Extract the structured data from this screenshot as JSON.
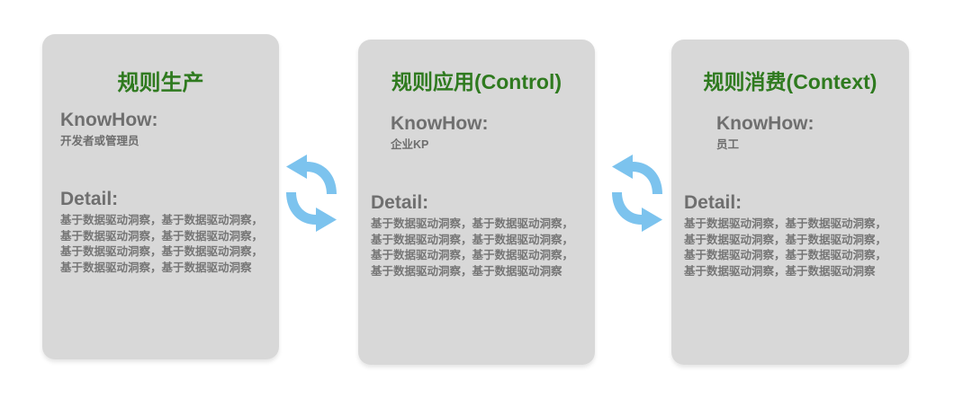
{
  "page": {
    "background_color": "#ffffff",
    "card_background_color": "#d8d8d8",
    "title_color": "#2f7a1f",
    "body_text_color": "#6e6e6e",
    "arrow_color": "#7cc3ee"
  },
  "cards": [
    {
      "title": "规则生产",
      "knowhow_label": "KnowHow:",
      "knowhow_value": "开发者或管理员",
      "detail_label": "Detail:",
      "detail_lines": [
        "基于数据驱动洞察，基于数据驱动洞察，",
        "基于数据驱动洞察，基于数据驱动洞察，",
        "基于数据驱动洞察，基于数据驱动洞察，",
        "基于数据驱动洞察，基于数据驱动洞察"
      ]
    },
    {
      "title": "规则应用(Control)",
      "knowhow_label": "KnowHow:",
      "knowhow_value": "企业KP",
      "detail_label": "Detail:",
      "detail_lines": [
        "基于数据驱动洞察，基于数据驱动洞察，",
        "基于数据驱动洞察，基于数据驱动洞察，",
        "基于数据驱动洞察，基于数据驱动洞察，",
        "基于数据驱动洞察，基于数据驱动洞察"
      ]
    },
    {
      "title": "规则消费(Context)",
      "knowhow_label": "KnowHow:",
      "knowhow_value": "员工",
      "detail_label": "Detail:",
      "detail_lines": [
        "基于数据驱动洞察，基于数据驱动洞察，",
        "基于数据驱动洞察，基于数据驱动洞察，",
        "基于数据驱动洞察，基于数据驱动洞察，",
        "基于数据驱动洞察，基于数据驱动洞察"
      ]
    }
  ],
  "connectors": [
    {
      "icon": "bidirectional-cycle-arrows-icon"
    },
    {
      "icon": "bidirectional-cycle-arrows-icon"
    }
  ]
}
